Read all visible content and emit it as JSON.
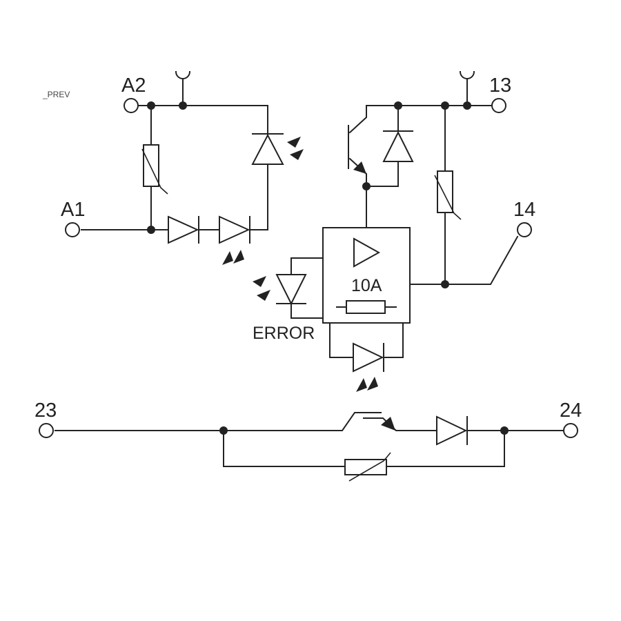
{
  "corner_tag": "_PREV",
  "terminals": {
    "a2": "A2",
    "a1": "A1",
    "t13": "13",
    "t14": "14",
    "t23": "23",
    "t24": "24"
  },
  "error_label": "ERROR",
  "fuse_rating": "10A",
  "colors": {
    "line": "#222222",
    "background": "#ffffff"
  }
}
